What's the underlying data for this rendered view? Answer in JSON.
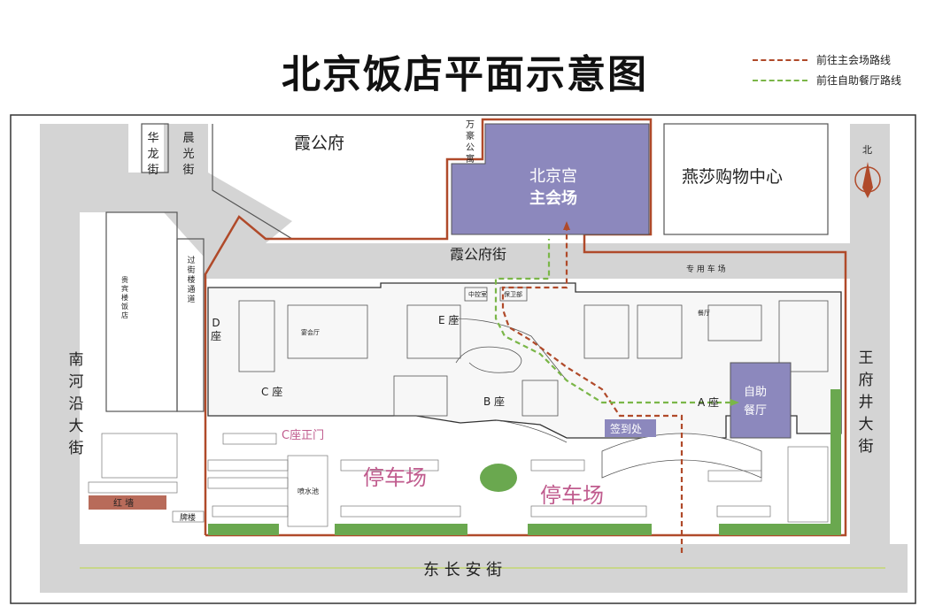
{
  "title": "北京饭店平面示意图",
  "legend": {
    "main_route": "前往主会场路线",
    "buffet_route": "前往自助餐厅路线"
  },
  "colors": {
    "main_route": "#b04a2a",
    "buffet_route": "#7ab648",
    "venue_fill": "#8c88bd",
    "road_fill": "#d4d4d4",
    "parking_text": "#c05c8e",
    "lawn": "#6aa84f"
  },
  "venues": {
    "main_hall_line1": "北京宫",
    "main_hall_line2": "主会场",
    "buffet_line1": "自助",
    "buffet_line2": "餐厅",
    "checkin": "签到处"
  },
  "streets": {
    "xiagongfu_street": "霞公府街",
    "dongchangan": "东 长 安 街",
    "nanheyan": [
      "南",
      "河",
      "沿",
      "大",
      "街"
    ],
    "wangfujing": [
      "王",
      "府",
      "井",
      "大",
      "街"
    ],
    "hualong": [
      "华",
      "龙",
      "街"
    ],
    "chenguang": [
      "晨",
      "光",
      "街"
    ],
    "guojie_tongdao": [
      "过",
      "街",
      "楼",
      "通",
      "道"
    ]
  },
  "places": {
    "xiagongfu": "霞公府",
    "wanhao": [
      "万",
      "豪",
      "公",
      "寓"
    ],
    "yansha": "燕莎购物中心",
    "guibinlou": [
      "贵",
      "宾",
      "楼",
      "饭",
      "店"
    ],
    "d_building": [
      "D",
      "座"
    ],
    "c_building": "C 座",
    "e_building": "E 座",
    "b_building": "B 座",
    "a_building": "A 座",
    "c_main_gate": "C座正门",
    "parking_1": "停车场",
    "parking_2": "停车场",
    "dedicated_parking": "专 用 车 场",
    "fountain": "喷水池",
    "red_wall": "红 墙",
    "archway": "牌楼",
    "banquet_hall": "宴会厅",
    "restaurant": "餐厅",
    "control_room": "中控室",
    "security": "保卫部"
  },
  "compass": {
    "north": "北"
  }
}
